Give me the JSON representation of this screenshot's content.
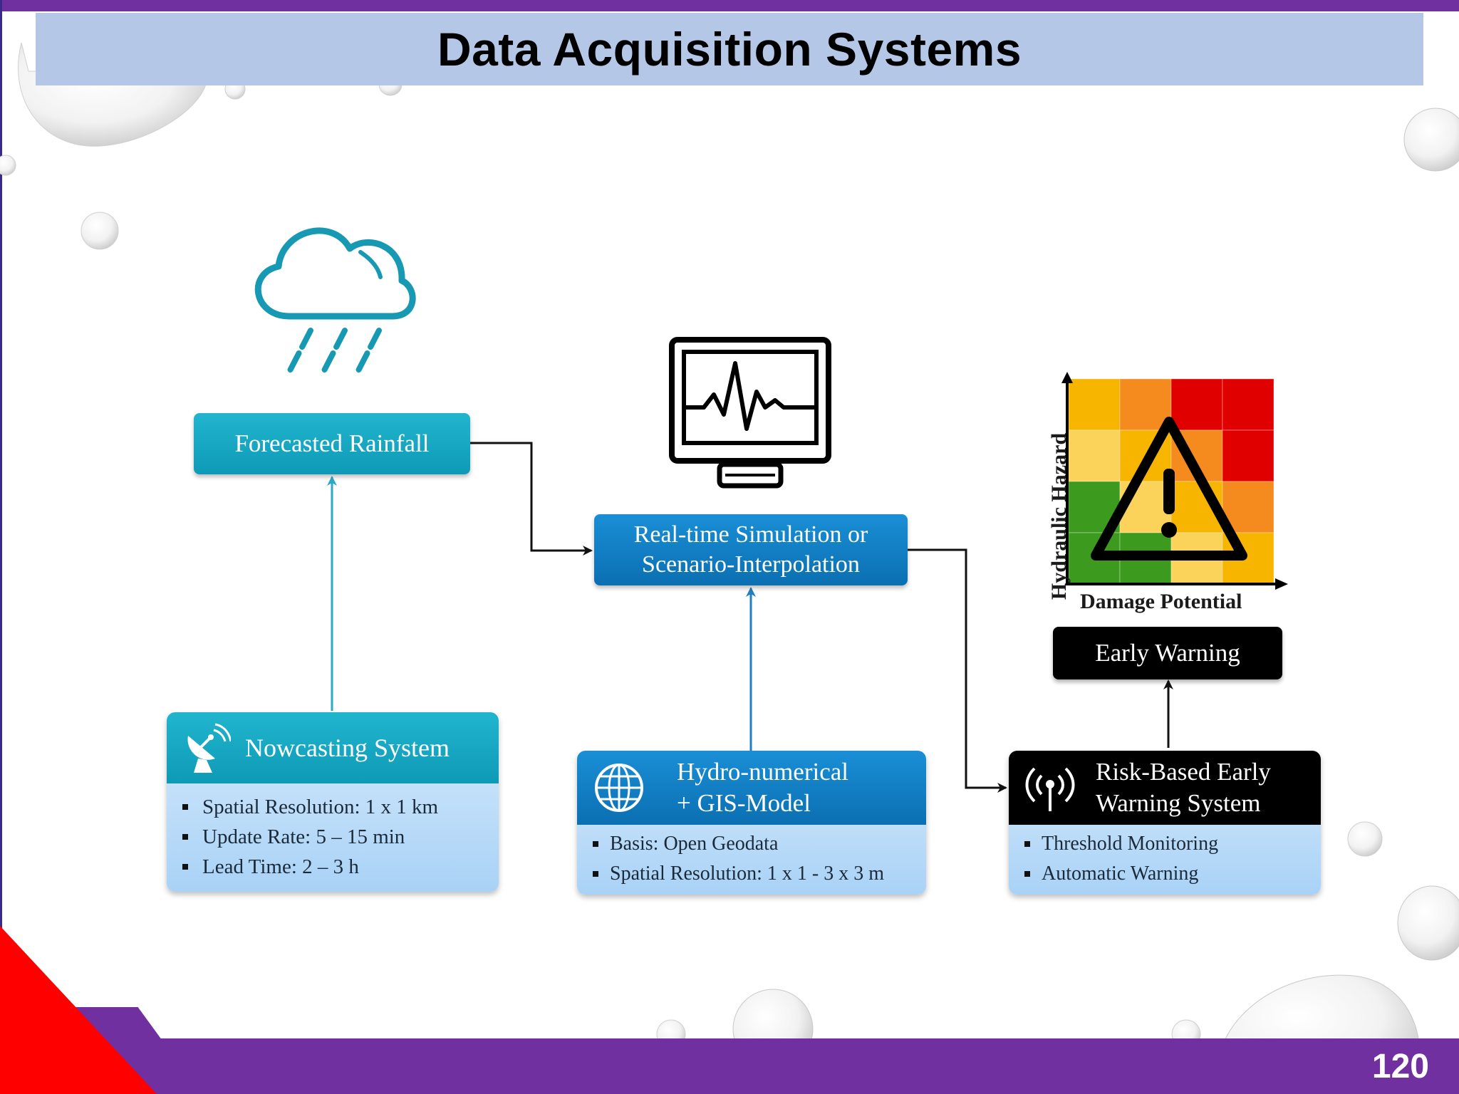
{
  "slide": {
    "title": "Data Acquisition Systems",
    "page_number": "120"
  },
  "diagram": {
    "forecasted_rainfall": "Forecasted Rainfall",
    "simulation": {
      "line1": "Real-time Simulation or",
      "line2": "Scenario-Interpolation"
    },
    "nowcasting": {
      "title": "Nowcasting System",
      "items": [
        "Spatial Resolution: 1 x 1 km",
        "Update Rate: 5 – 15 min",
        "Lead Time: 2 – 3 h"
      ]
    },
    "hydro": {
      "line1": "Hydro-numerical",
      "line2": "+ GIS-Model",
      "items": [
        "Basis: Open Geodata",
        "Spatial Resolution: 1 x 1 - 3 x 3 m"
      ]
    },
    "risk": {
      "line1": "Risk-Based Early",
      "line2": "Warning System",
      "items": [
        "Threshold Monitoring",
        "Automatic Warning"
      ]
    },
    "early_warning": "Early Warning",
    "risk_matrix": {
      "y_label": "Hydraulic  Hazard",
      "x_label": "Damage Potential",
      "cell_colors": [
        [
          "#f7b500",
          "#f58a1f",
          "#e00000",
          "#e00000"
        ],
        [
          "#fbd25a",
          "#f7b500",
          "#f58a1f",
          "#e00000"
        ],
        [
          "#3c9a1e",
          "#fbd25a",
          "#f7b500",
          "#f58a1f"
        ],
        [
          "#3c9a1e",
          "#3c9a1e",
          "#fbd25a",
          "#f7b500"
        ]
      ]
    },
    "icons": {
      "cloud": "rain-cloud-icon",
      "monitor": "monitor-pulse-icon",
      "satellite": "satellite-dish-icon",
      "globe": "globe-icon",
      "antenna": "broadcast-antenna-icon",
      "warning": "warning-triangle-icon"
    },
    "colors": {
      "teal": "#15a7c2",
      "blue": "#0e7cc4",
      "black": "#000000",
      "arrow_teal": "#2aa9c8"
    }
  }
}
